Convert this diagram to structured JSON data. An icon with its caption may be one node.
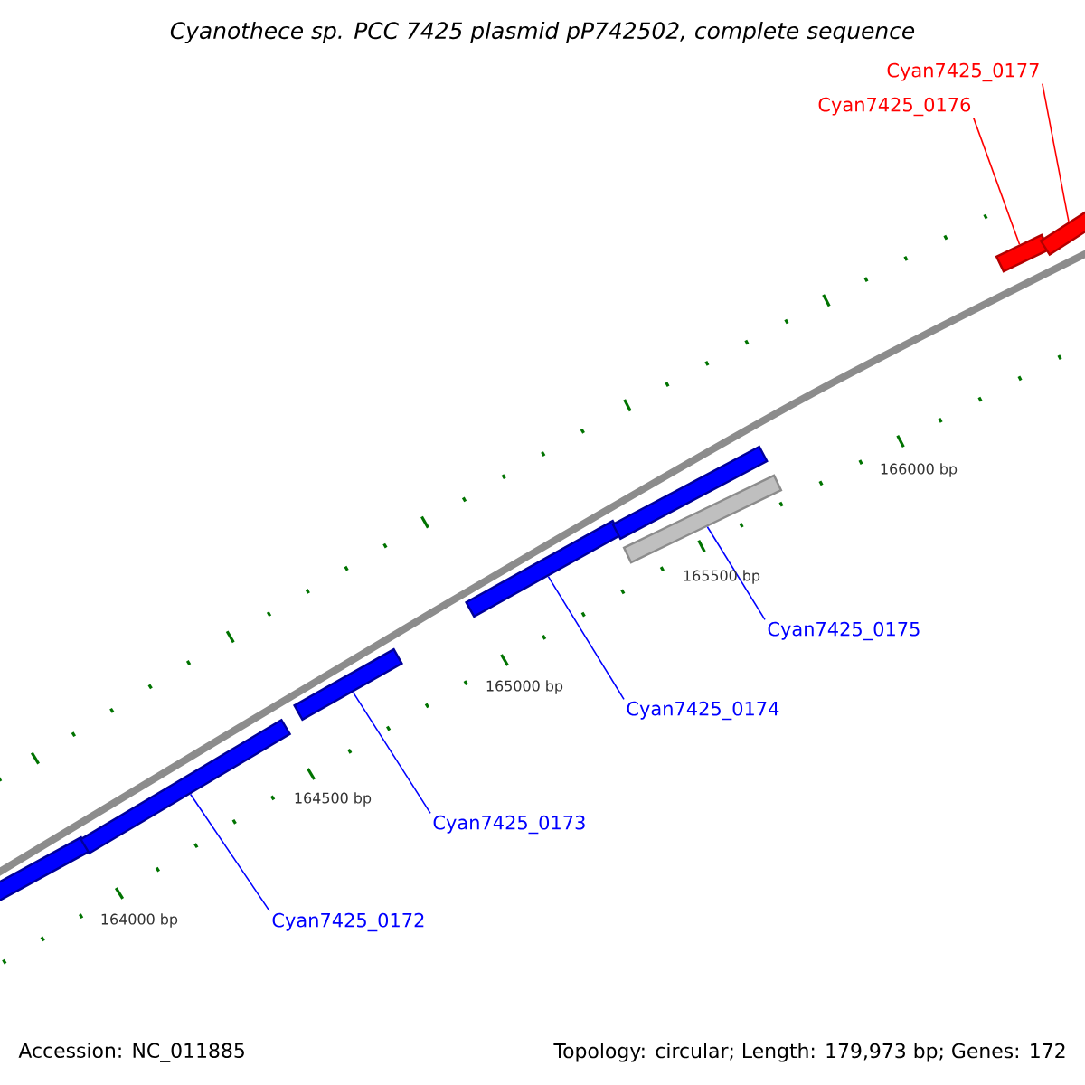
{
  "diagram": {
    "title": "Cyanothece sp. PCC 7425 plasmid pP742502, complete sequence",
    "nodes": [
      {
        "text": [
          "Cyan7425_0177"
        ]
      },
      {
        "text": [
          "Cyan7425_0176"
        ]
      },
      {
        "text": [],
        "shape": "bar"
      },
      {
        "text": [],
        "shape": "bar"
      },
      {
        "text": [],
        "shape": "bar"
      },
      {
        "text": [],
        "shape": "bar"
      },
      {
        "text": [],
        "shape": "bar"
      },
      {
        "text": [],
        "shape": "bar"
      },
      {
        "text": [],
        "shape": "bar"
      },
      {
        "text": [],
        "shape": "bar"
      },
      {
        "text": [
          "Cyan7425_0175"
        ]
      },
      {
        "text": [
          "Cyan7425_0174"
        ]
      },
      {
        "text": [
          "Cyan7425_0173"
        ]
      },
      {
        "text": [
          "Cyan7425_0172"
        ]
      }
    ],
    "edges": [
      {
        "from": 0,
        "to": 3,
        "arrow": "none",
        "color": "#ff0000"
      },
      {
        "from": 1,
        "to": 2,
        "arrow": "none",
        "color": "#ff0000"
      },
      {
        "from": 10,
        "to": 9,
        "arrow": "none"
      },
      {
        "from": 11,
        "to": 7,
        "arrow": "none"
      },
      {
        "from": 12,
        "to": 6,
        "arrow": "none"
      },
      {
        "from": 13,
        "to": 5,
        "arrow": "none"
      }
    ],
    "labels": [
      "166000 bp",
      "165500 bp",
      "165000 bp",
      "164500 bp",
      "164000 bp",
      "Accession: NC_011885",
      "Topology: circular; Length: 179,973 bp; Genes: 172"
    ]
  }
}
